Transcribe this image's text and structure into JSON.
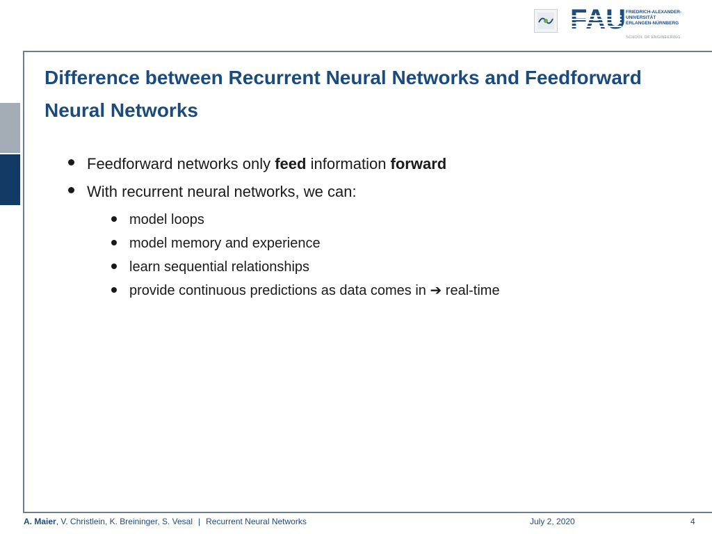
{
  "header": {
    "fau_logo_text": "FAU",
    "university_lines": [
      "FRIEDRICH-ALEXANDER-",
      "UNIVERSITÄT",
      "ERLANGEN-NÜRNBERG"
    ],
    "school": "SCHOOL OF ENGINEERING"
  },
  "slide": {
    "title": "Difference between Recurrent Neural Networks and Feedforward Neural Networks",
    "bullet1": {
      "pre": "Feedforward networks only ",
      "bold1": "feed",
      "mid": " information ",
      "bold2": "forward"
    },
    "bullet2": "With recurrent neural networks, we can:",
    "sub_bullets": [
      "model loops",
      "model memory and experience",
      "learn sequential relationships",
      "provide continuous predictions as data comes in ➔ real-time"
    ]
  },
  "footer": {
    "lead_author": "A. Maier",
    "other_authors": ", V. Christlein, K. Breininger, S. Vesal",
    "separator": "|",
    "course": "Recurrent Neural Networks",
    "date": "July 2, 2020",
    "page": "4"
  },
  "colors": {
    "title_blue": "#1b4b7e",
    "tab_blue": "#133a63",
    "tab_gray": "#a3acb5",
    "frame": "#6b7d91"
  }
}
